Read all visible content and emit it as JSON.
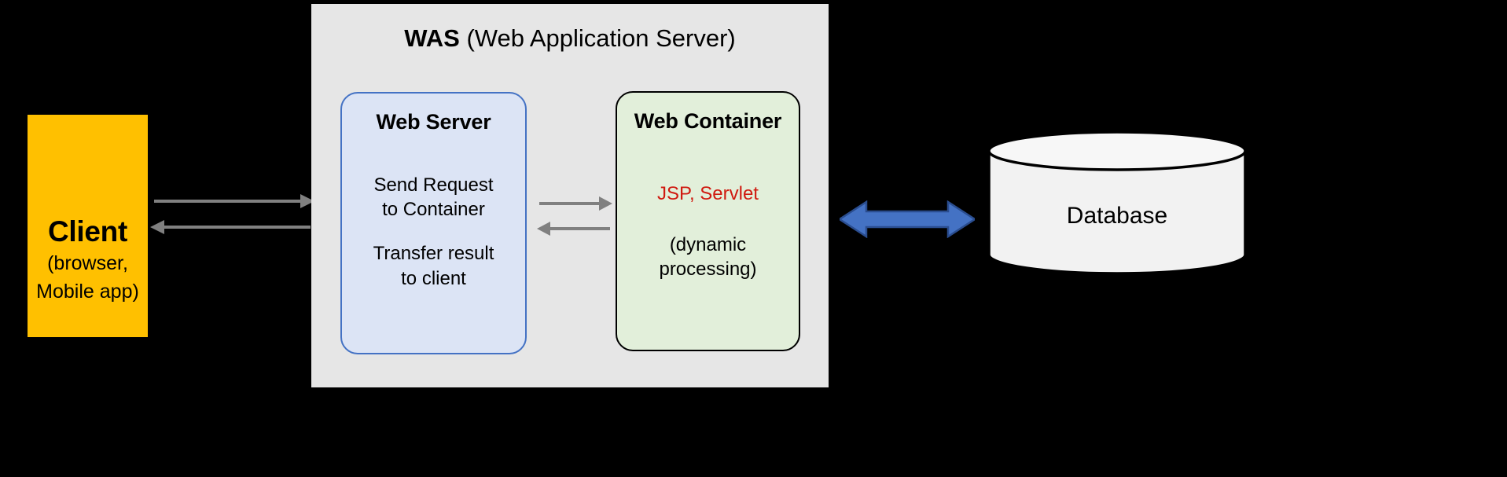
{
  "diagram": {
    "background_color": "#000000",
    "client": {
      "title": "Client",
      "subtitle_line1": "(browser,",
      "subtitle_line2": "Mobile app)",
      "fill_color": "#FFC000"
    },
    "was": {
      "title_bold": "WAS",
      "title_rest": " (Web Application Server)",
      "fill_color": "#E6E6E6",
      "web_server": {
        "header": "Web Server",
        "line1_a": "Send Request",
        "line1_b": "to Container",
        "line2_a": "Transfer result",
        "line2_b": "to client",
        "fill_color": "#DCE4F5",
        "border_color": "#4472C4"
      },
      "web_container": {
        "header": "Web Container",
        "line1": "JSP, Servlet",
        "line1_color": "#D01A10",
        "line2_a": "(dynamic",
        "line2_b": "processing)",
        "fill_color": "#E2EFDA",
        "border_color": "#000000"
      }
    },
    "database": {
      "label": "Database",
      "fill_color": "#F2F2F2",
      "border_color": "#000000"
    },
    "connectors": {
      "client_to_webserver_color": "#808080",
      "webserver_to_container_color": "#808080",
      "container_to_database_color": "#4472C4"
    }
  }
}
